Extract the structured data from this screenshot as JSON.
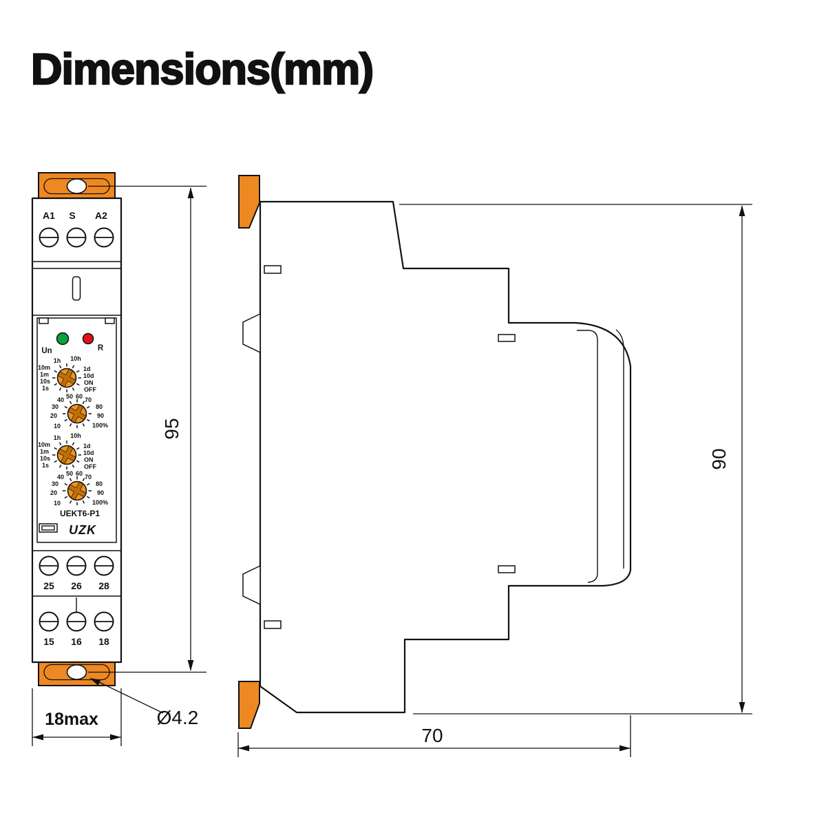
{
  "title": "Dimensions(mm)",
  "front_view": {
    "terminals_top": [
      "A1",
      "S",
      "A2"
    ],
    "led_green_label": "Un",
    "led_red_label": "R",
    "dial_time": {
      "top": [
        "1h",
        "10h"
      ],
      "left": [
        "10m",
        "1m",
        "10s",
        "1s"
      ],
      "right": [
        "1d",
        "10d",
        "ON",
        "OFF"
      ]
    },
    "dial_percent": {
      "top": [
        "40",
        "50",
        "60",
        "70"
      ],
      "left": [
        "30",
        "20",
        "10"
      ],
      "right": [
        "80",
        "90",
        "100%"
      ]
    },
    "model": "UEKT6-P1",
    "brand": "UZK",
    "terminals_mid": [
      "25",
      "26",
      "28"
    ],
    "terminals_bottom": [
      "15",
      "16",
      "18"
    ]
  },
  "dimensions": {
    "front_height_mm": "95",
    "front_width": "18max",
    "hole_diameter": "Ø4.2",
    "side_depth_mm": "70",
    "side_height_mm": "90"
  },
  "colors": {
    "orange": "#ee8822",
    "knob": "#f0941f",
    "knob_slot": "#c06f08",
    "led_green": "#0aa13e",
    "led_red": "#e51017"
  }
}
